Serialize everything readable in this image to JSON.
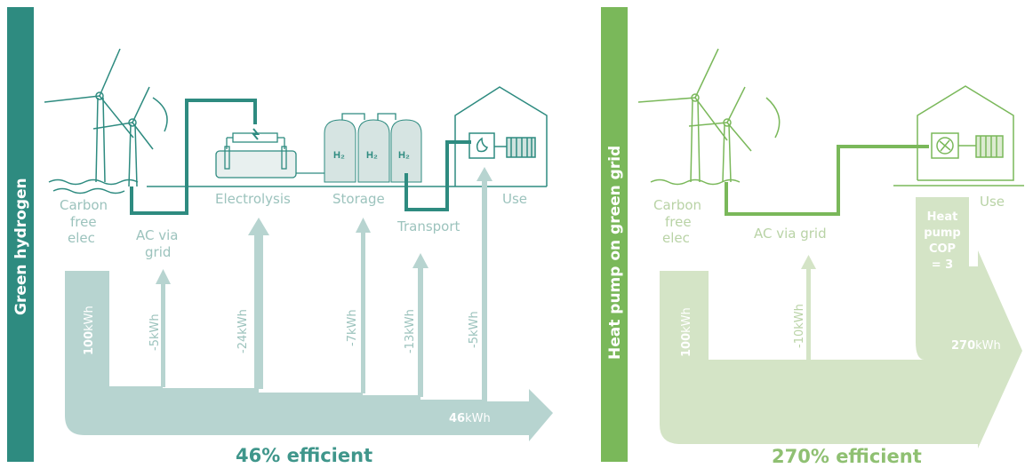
{
  "colors": {
    "teal_dark": "#2e8b80",
    "teal_light": "#b7d4d0",
    "green_dark": "#7ab85a",
    "green_light": "#d4e4c6"
  },
  "left": {
    "side_title": "Green hydrogen",
    "stages": {
      "source": [
        "Carbon",
        "free",
        "elec"
      ],
      "grid": [
        "AC via",
        "grid"
      ],
      "electrolysis": "Electrolysis",
      "storage": "Storage",
      "transport": "Transport",
      "use": "Use"
    },
    "tank_label": "H₂",
    "input": {
      "value": "100",
      "unit": "kWh"
    },
    "losses": [
      {
        "label": "-5kWh",
        "value": -5
      },
      {
        "label": "-24kWh",
        "value": -24
      },
      {
        "label": "-7kWh",
        "value": -7
      },
      {
        "label": "-13kWh",
        "value": -13
      },
      {
        "label": "-5kWh",
        "value": -5
      }
    ],
    "output": {
      "value": "46",
      "unit": "kWh"
    },
    "efficiency": "46% efficient"
  },
  "right": {
    "side_title": "Heat pump on green grid",
    "stages": {
      "source": [
        "Carbon",
        "free",
        "elec"
      ],
      "grid": "AC via grid",
      "use": "Use"
    },
    "input": {
      "value": "100",
      "unit": "kWh"
    },
    "losses": [
      {
        "label": "-10kWh",
        "value": -10
      }
    ],
    "gain": [
      "Heat",
      "pump",
      "COP",
      "= 3"
    ],
    "output": {
      "value": "270",
      "unit": "kWh"
    },
    "efficiency": "270% efficient"
  }
}
